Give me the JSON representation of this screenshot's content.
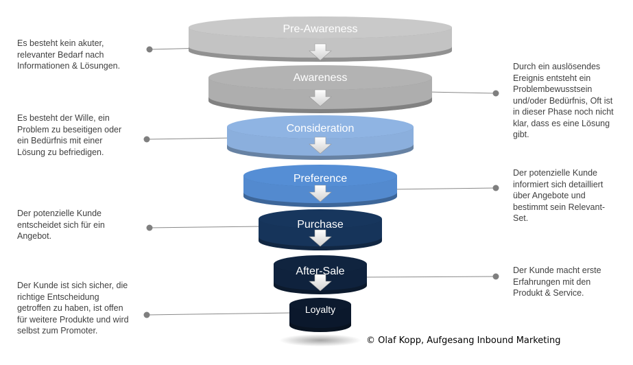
{
  "stages": [
    {
      "label": "Pre-Awareness",
      "color": "#c9c9c9"
    },
    {
      "label": "Awareness",
      "color": "#b3b3b3"
    },
    {
      "label": "Consideration",
      "color": "#8fb4e3"
    },
    {
      "label": "Preference",
      "color": "#558ed5"
    },
    {
      "label": "Purchase",
      "color": "#17365d"
    },
    {
      "label": "After-Sale",
      "color": "#10243f"
    },
    {
      "label": "Loyalty",
      "color": "#0c1a2e"
    }
  ],
  "notes": [
    {
      "text": "Es besteht kein akuter,\nrelevanter Bedarf nach\nInformationen & Lösungen."
    },
    {
      "text": "Durch ein auslösendes\nEreignis entsteht ein\nProblembewusstsein\nund/oder Bedürfnis, Oft ist\nin dieser Phase noch nicht\nklar, dass es eine Lösung\ngibt."
    },
    {
      "text": "Es besteht der Wille, ein\nProblem zu beseitigen oder\nein Bedürfnis mit einer\nLösung zu befriedigen."
    },
    {
      "text": "Der potenzielle Kunde\ninformiert sich detailliert\nüber Angebote und\nbestimmt sein Relevant-\nSet."
    },
    {
      "text": "Der potenzielle Kunde\nentscheidet sich für ein\nAngebot."
    },
    {
      "text": "Der Kunde macht erste\nErfahrungen mit den\nProdukt & Service."
    },
    {
      "text": "Der Kunde ist sich sicher, die\nrichtige Entscheidung\ngetroffen zu haben, ist offen\nfür weitere Produkte und wird\nselbst zum Promoter."
    }
  ],
  "copyright": "© Olaf Kopp, Aufgesang Inbound Marketing"
}
